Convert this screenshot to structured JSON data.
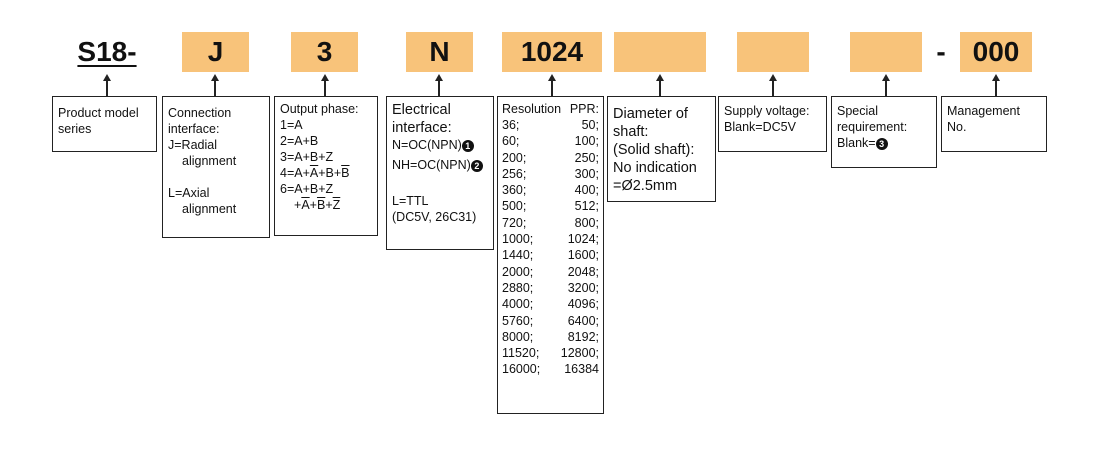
{
  "codes": {
    "prefix": "S18-",
    "connection": "J",
    "output": "3",
    "electrical": "N",
    "resolution": "1024",
    "shaft": "",
    "voltage": "",
    "special": "",
    "dash": "-",
    "management": "000"
  },
  "series_box": [
    "Product model",
    "series"
  ],
  "connection_box": {
    "lines": [
      "Connection",
      "interface:"
    ],
    "j_line1": "J=Radial",
    "j_line2": "alignment",
    "l_line1": "L=Axial",
    "l_line2": "alignment"
  },
  "output_box": {
    "title": "Output phase:",
    "l1": "1=A",
    "l2": "2=A+B",
    "l3": "3=A+B+Z",
    "l4_pre": "4=A+",
    "l4_a": "A",
    "l4_mid": "+B+",
    "l4_b": "B",
    "l5": "6=A+B+Z",
    "l6_pre": "+",
    "l6_a": "A",
    "l6_p1": "+",
    "l6_b": "B",
    "l6_p2": "+",
    "l6_z": "Z"
  },
  "electrical_box": {
    "title1": "Electrical",
    "title2": "interface:",
    "n_text": "N=OC(NPN)",
    "n_mark": "1",
    "nh_text": "NH=OC(NPN)",
    "nh_mark": "2",
    "l_text": "L=TTL",
    "l_detail": "(DC5V, 26C31)"
  },
  "resolution_box": {
    "head_left": "Resolution",
    "head_right": "PPR:",
    "rows": [
      [
        "36;",
        "50;"
      ],
      [
        "60;",
        "100;"
      ],
      [
        "200;",
        "250;"
      ],
      [
        "256;",
        "300;"
      ],
      [
        "360;",
        "400;"
      ],
      [
        "500;",
        "512;"
      ],
      [
        "720;",
        "800;"
      ],
      [
        "1000;",
        "1024;"
      ],
      [
        "1440;",
        "1600;"
      ],
      [
        "2000;",
        "2048;"
      ],
      [
        "2880;",
        "3200;"
      ],
      [
        "4000;",
        "4096;"
      ],
      [
        "5760;",
        "6400;"
      ],
      [
        "8000;",
        "8192;"
      ],
      [
        "11520;",
        "12800;"
      ],
      [
        "16000;",
        "16384"
      ]
    ]
  },
  "shaft_box": [
    "Diameter of",
    "shaft:",
    "(Solid shaft):",
    "No indication",
    "=Ø2.5mm"
  ],
  "voltage_box": [
    "Supply voltage:",
    "Blank=DC5V"
  ],
  "special_box": {
    "l1": "Special",
    "l2": "requirement:",
    "l3": "Blank=",
    "mark": "3"
  },
  "management_box": [
    "Management",
    "No."
  ],
  "colors": {
    "segment_fill": "#f8c37a",
    "border": "#222222"
  }
}
